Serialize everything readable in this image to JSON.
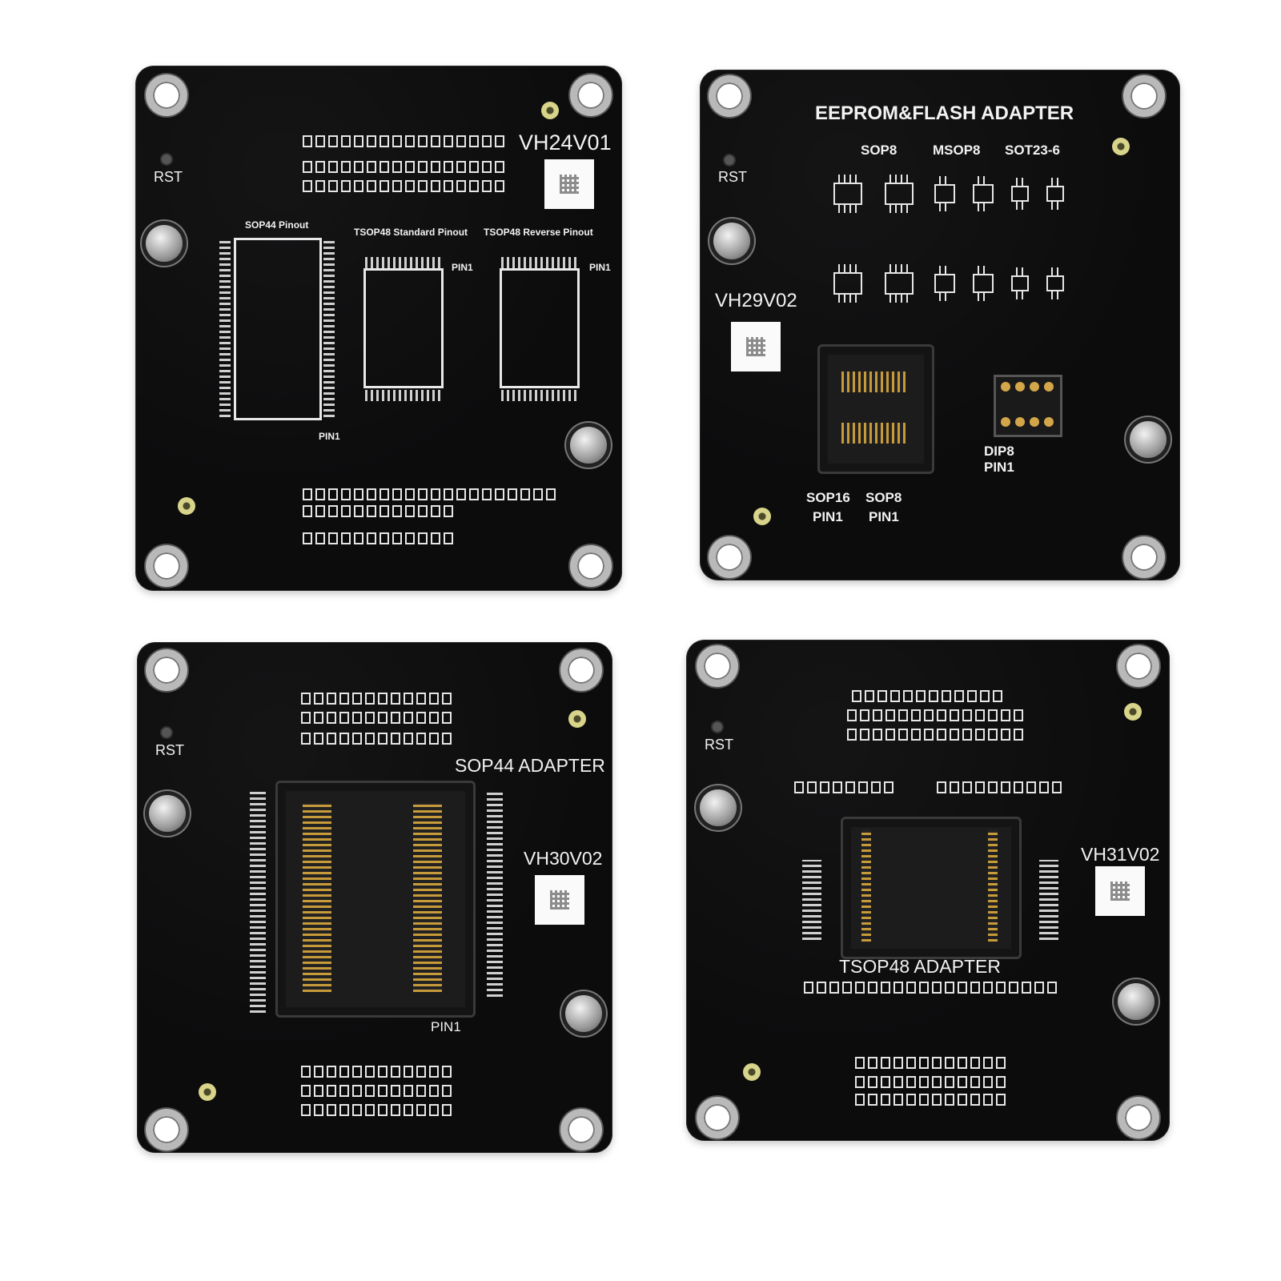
{
  "boards": [
    {
      "code": "VH24V01",
      "rst": "RST",
      "labels": {
        "sop44": "SOP44 Pinout",
        "tsop48_std": "TSOP48 Standard Pinout",
        "tsop48_rev": "TSOP48 Reverse Pinout",
        "pin1_a": "PIN1",
        "pin1_b": "PIN1",
        "pin1_c": "PIN1"
      }
    },
    {
      "title": "EEPROM&FLASH ADAPTER",
      "code": "VH29V02",
      "rst": "RST",
      "labels": {
        "sop8": "SOP8",
        "msop8": "MSOP8",
        "sot23": "SOT23-6",
        "dip8": "DIP8",
        "dip8_pin1": "PIN1",
        "sop16": "SOP16",
        "sop16_pin1": "PIN1",
        "sop8b": "SOP8",
        "sop8b_pin1": "PIN1"
      }
    },
    {
      "title": "SOP44 ADAPTER",
      "code": "VH30V02",
      "rst": "RST",
      "labels": {
        "pin1": "PIN1"
      }
    },
    {
      "title": "TSOP48 ADAPTER",
      "code": "VH31V02",
      "rst": "RST"
    }
  ]
}
